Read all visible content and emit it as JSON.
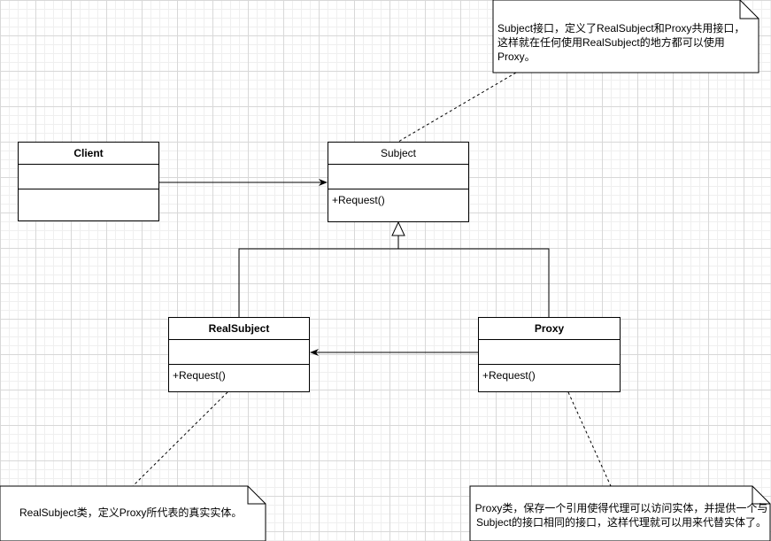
{
  "classes": {
    "client": {
      "name": "Client",
      "operation": ""
    },
    "subject": {
      "name": "Subject",
      "operation": "+Request()"
    },
    "real_subject": {
      "name": "RealSubject",
      "operation": "+Request()"
    },
    "proxy": {
      "name": "Proxy",
      "operation": "+Request()"
    }
  },
  "notes": {
    "subject_note": "Subject接口，定义了RealSubject和Proxy共用接口，这样就在任何使用RealSubject的地方都可以使用Proxy。",
    "real_subject_note": "RealSubject类，定义Proxy所代表的真实实体。",
    "proxy_note": "Proxy类，保存一个引用使得代理可以访问实体，并提供一个与Subject的接口相同的接口，这样代理就可以用来代替实体了。"
  }
}
